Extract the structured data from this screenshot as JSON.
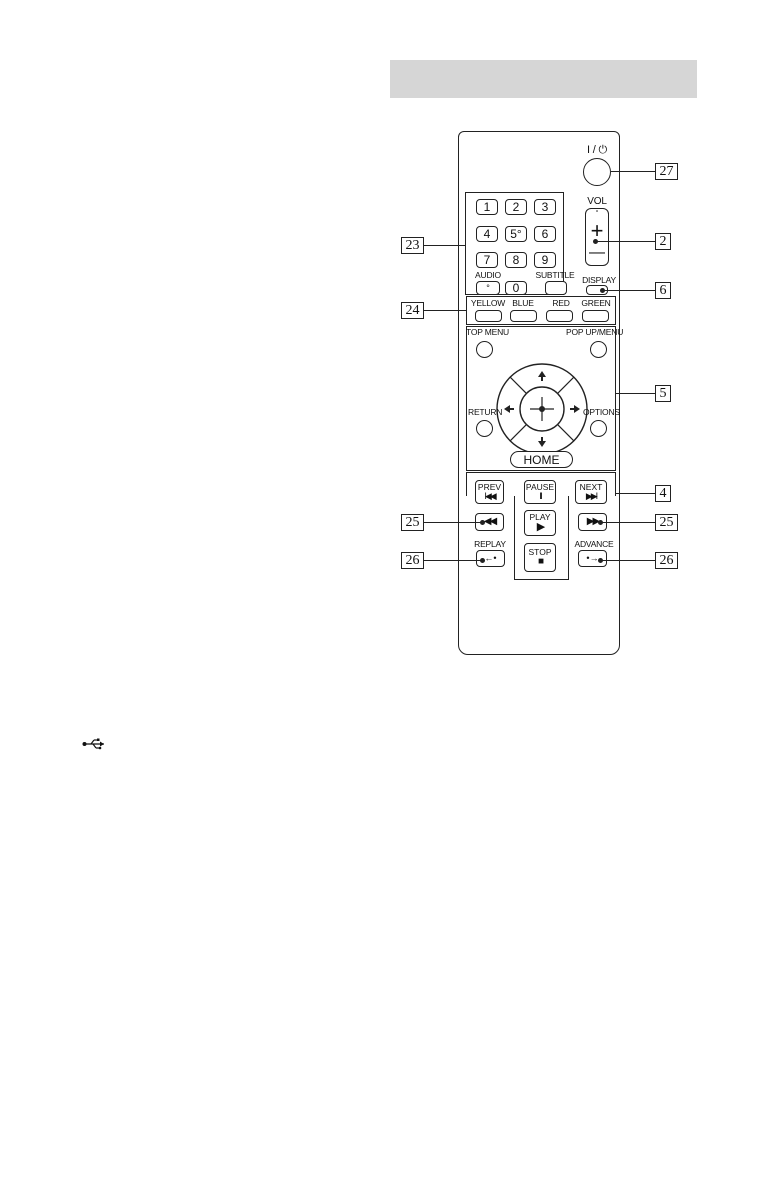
{
  "remote": {
    "power_label": "I / ⏻",
    "vol_label": "VOL",
    "vol_plus": "+",
    "vol_minus": "—",
    "vol_dot": "°",
    "number_keys": [
      "1",
      "2",
      "3",
      "4",
      "5°",
      "6",
      "7",
      "8",
      "9",
      "0"
    ],
    "audio_label": "AUDIO",
    "audio_dot": "°",
    "subtitle_label": "SUBTITLE",
    "display_label": "DISPLAY",
    "color_keys": [
      "YELLOW",
      "BLUE",
      "RED",
      "GREEN"
    ],
    "top_menu_label": "TOP MENU",
    "popup_menu_label": "POP UP/MENU",
    "return_label": "RETURN",
    "options_label": "OPTIONS",
    "home_label": "HOME",
    "prev_label": "PREV",
    "prev_symbol": "I◀◀",
    "pause_label": "PAUSE",
    "pause_symbol": "II",
    "next_label": "NEXT",
    "next_symbol": "▶▶I",
    "rewind_symbol": "◀◀",
    "play_label": "PLAY",
    "play_dot": "°",
    "play_symbol": "▶",
    "forward_symbol": "▶▶",
    "replay_label": "REPLAY",
    "replay_symbol": "←•",
    "stop_label": "STOP",
    "stop_symbol": "■",
    "advance_label": "ADVANCE",
    "advance_symbol": "•→"
  },
  "callouts": {
    "power": "27",
    "volume": "2",
    "number_keys": "23",
    "display": "6",
    "color_keys": "24",
    "navigation": "5",
    "playback": "4",
    "rewind": "25",
    "forward": "25",
    "replay": "26",
    "advance": "26"
  }
}
